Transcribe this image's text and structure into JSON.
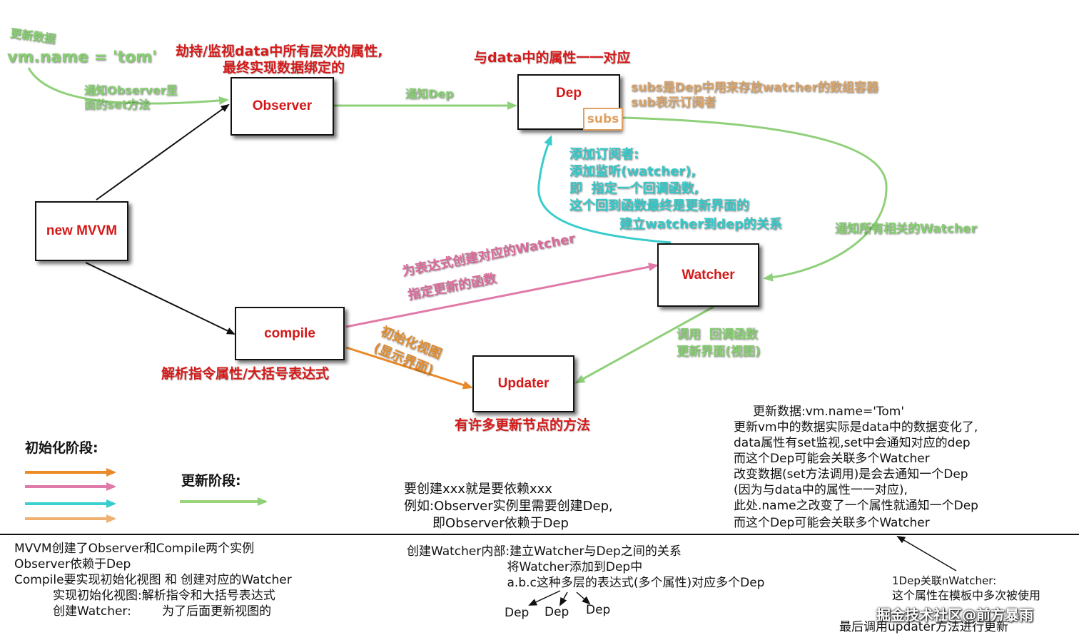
{
  "boxes": {
    "observer": "Observer",
    "dep": "Dep",
    "subs": "subs",
    "new_mvvm": "new MVVM",
    "watcher": "Watcher",
    "compile": "compile",
    "updater": "Updater"
  },
  "top_left": {
    "update_data": "更新数据",
    "vm_name": "vm.name = 'tom'",
    "notify_observer_1": "通知Observer里",
    "notify_observer_2": "面的set方法"
  },
  "observer_note_1": "劫持/监视data中所有层次的属性,",
  "observer_note_2": "最终实现数据绑定的",
  "dep_note": "与data中的属性一一对应",
  "notify_dep": "通知Dep",
  "subs_note_1": "subs是Dep中用来存放watcher的数组容器",
  "subs_note_2": "sub表示订阅者",
  "cyan_note": [
    "添加订阅者:",
    "添加监听(watcher),",
    "即  指定一个回调函数,",
    "这个回到函数最终是更新界面的",
    "建立watcher到dep的关系"
  ],
  "notify_all_watchers": "通知所有相关的Watcher",
  "pink_note_1": "为表达式创建对应的Watcher",
  "pink_note_2": "指定更新的函数",
  "orange_note_1": "初始化视图",
  "orange_note_2": "(显示界面)",
  "callback_note_1": "调用  回调函数",
  "callback_note_2": "更新界面(视图)",
  "compile_note": "解析指令属性/大括号表达式",
  "updater_note": "有许多更新节点的方法",
  "legend": {
    "init_stage": "初始化阶段:",
    "update_stage": "更新阶段:",
    "colors": [
      "#ec8a25",
      "#e07aa8",
      "#38d0d0",
      "#f0b070"
    ],
    "update_color": "#9ad47c"
  },
  "middle_note": [
    "要创建xxx就是要依赖xxx",
    "例如:Observer实例里需要创建Dep,",
    "       即Observer依赖于Dep"
  ],
  "right_note": [
    "     更新数据:vm.name='Tom'",
    "更新vm中的数据实际是data中的数据变化了,",
    "data属性有set监视,set中会通知对应的dep",
    "而这个Dep可能会关联多个Watcher",
    "改变数据(set方法调用)是会去通知一个Dep",
    "(因为与data中的属性一一对应),",
    "此处.name之改变了一个属性就通知一个Dep",
    "而这个Dep可能会关联多个Watcher"
  ],
  "bottom_left": [
    "MVVM创建了Observer和Compile两个实例",
    "Observer依赖于Dep",
    "Compile要实现初始化视图 和 创建对应的Watcher",
    "          实现初始化视图:解析指令和大括号表达式",
    "          创建Watcher:        为了后面更新视图的"
  ],
  "bottom_middle": [
    "创建Watcher内部:建立Watcher与Dep之间的关系",
    "                          将Watcher添加到Dep中",
    "                          a.b.c这种多层的表达式(多个属性)对应多个Dep"
  ],
  "deps": [
    "Dep",
    "Dep",
    "Dep"
  ],
  "bottom_right": {
    "line1": "1Dep关联nWatcher:",
    "line2": "这个属性在模板中多次被使用",
    "watermark": "掘金技术社区@前方暴雨",
    "line3": "最后调用updater方法进行更新"
  }
}
